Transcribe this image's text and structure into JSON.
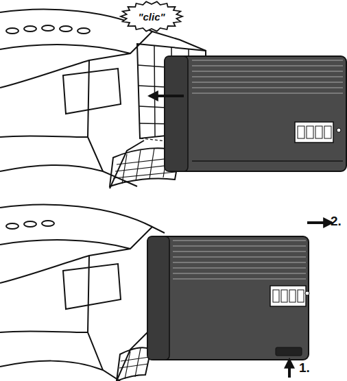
{
  "diagram": {
    "nodes": [
      {
        "text": [
          "\"clic\""
        ]
      }
    ],
    "labels": [
      "1.",
      "2."
    ]
  }
}
